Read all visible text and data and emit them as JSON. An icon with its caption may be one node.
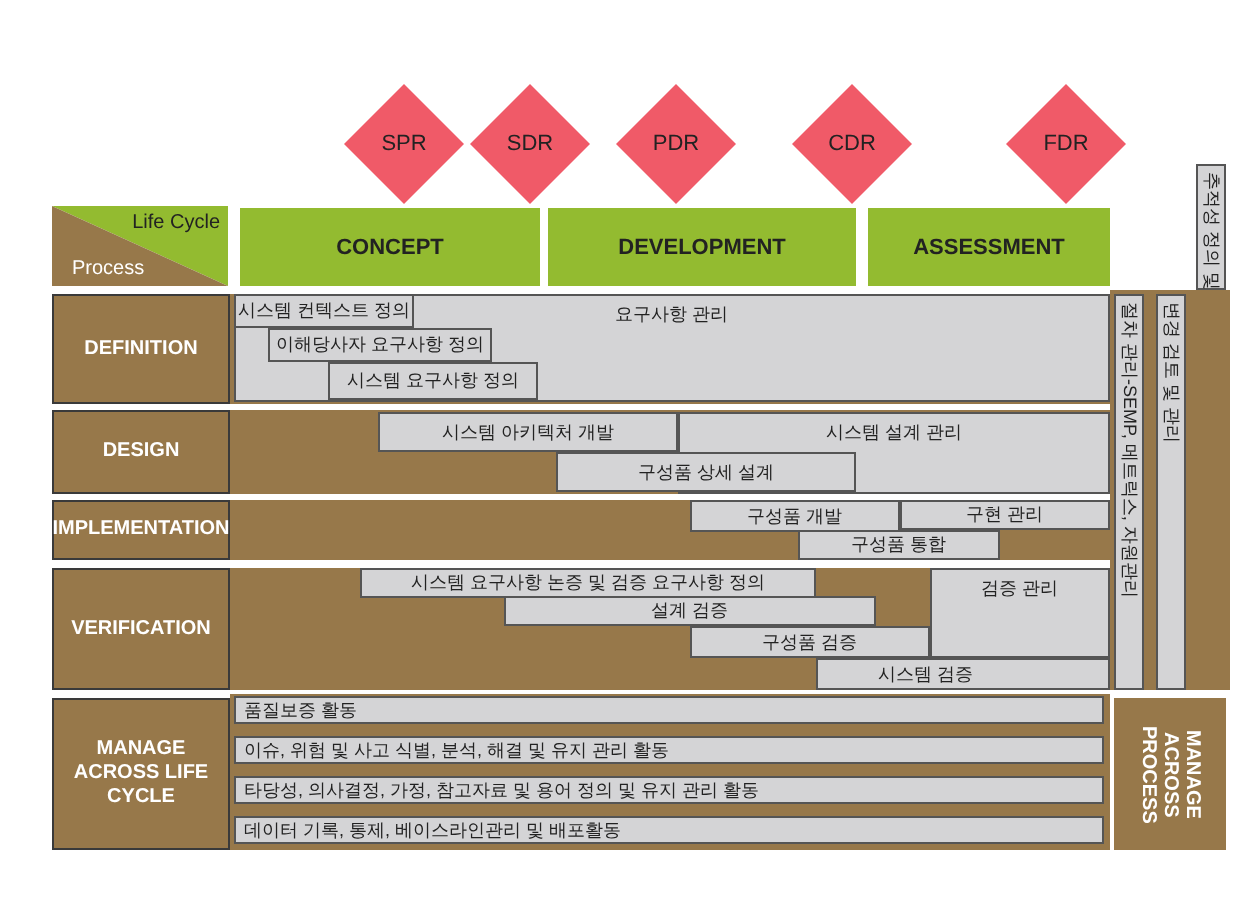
{
  "diagram": {
    "nodes": [
      {
        "text": [
          "SPR"
        ]
      },
      {
        "text": [
          "SDR"
        ]
      },
      {
        "text": [
          "PDR"
        ]
      },
      {
        "text": [
          "CDR"
        ]
      },
      {
        "text": [
          "FDR"
        ]
      },
      {
        "text": [
          "Life Cycle",
          "Process"
        ]
      },
      {
        "text": [
          "CONCEPT"
        ]
      },
      {
        "text": [
          "DEVELOPMENT"
        ]
      },
      {
        "text": [
          "ASSESSMENT"
        ]
      },
      {
        "text": [
          "DEFINITION"
        ]
      },
      {
        "text": [
          "요구사항 관리"
        ]
      },
      {
        "text": [
          "시스템 컨텍스트 정의"
        ],
        "in": 10
      },
      {
        "text": [
          "이해당사자 요구사항 정의"
        ],
        "in": 10
      },
      {
        "text": [
          "시스템 요구사항 정의"
        ],
        "in": 10
      },
      {
        "text": [
          "DESIGN"
        ]
      },
      {
        "text": [
          "시스템 설계 관리"
        ]
      },
      {
        "text": [
          "시스템 아키텍처 개발"
        ]
      },
      {
        "text": [
          "구성품 상세 설계"
        ]
      },
      {
        "text": [
          "IMPLEMENTATION"
        ]
      },
      {
        "text": [
          "구현 관리"
        ]
      },
      {
        "text": [
          "구성품 개발"
        ]
      },
      {
        "text": [
          "구성품 통합"
        ]
      },
      {
        "text": [
          "VERIFICATION"
        ]
      },
      {
        "text": [
          "검증 관리"
        ]
      },
      {
        "text": [
          "시스템 요구사항 논증 및 검증 요구사항 정의"
        ]
      },
      {
        "text": [
          "설계 검증"
        ]
      },
      {
        "text": [
          "구성품 검증"
        ]
      },
      {
        "text": [
          "시스템 검증"
        ]
      },
      {
        "text": [
          "MANAGE ACROSS LIFE CYCLE"
        ]
      },
      {
        "text": [
          "품질보증 활동"
        ]
      },
      {
        "text": [
          "이슈, 위험 및 사고 식별, 분석, 해결 및 유지 관리 활동"
        ]
      },
      {
        "text": [
          "타당성, 의사결정, 가정, 참고자료 및 용어 정의 및 유지 관리 활동"
        ]
      },
      {
        "text": [
          "데이터 기록, 통제, 베이스라인관리 및 배포활동"
        ]
      },
      {
        "text": [
          "절차 관리-SEMP, 메트릭스, 자원관리"
        ]
      },
      {
        "text": [
          "변경 검토 및 관리"
        ]
      },
      {
        "text": [
          "추적성 정의 및"
        ]
      },
      {
        "text": [
          "MANAGE ACROSS PROCESS"
        ]
      }
    ]
  }
}
